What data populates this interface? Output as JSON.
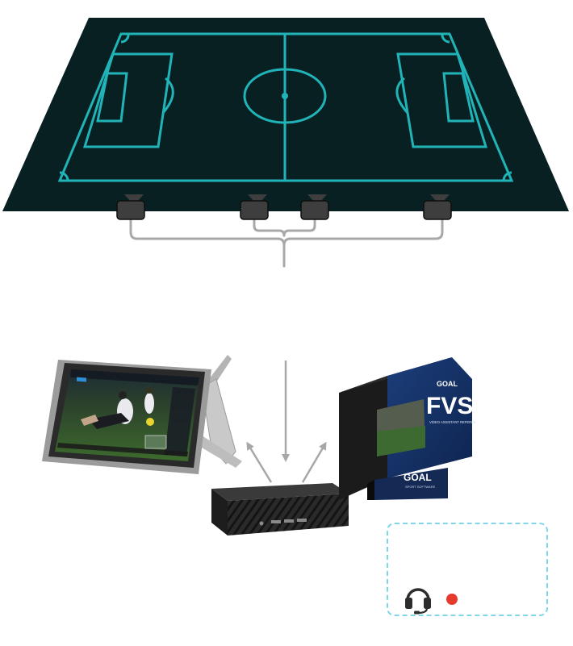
{
  "colors": {
    "pitch": "#082022",
    "line": "#20b3b8",
    "camera": "#3e3e3e",
    "connector": "#a8a8a8",
    "arrow": "#a7a7a7",
    "comm_border": "#7fd6e6",
    "rec": "#e63a2e",
    "headset": "#2d2d2d"
  },
  "screen": {
    "brand_mark": "GOAL",
    "product": "FVS",
    "tagline": "VIDEO ASSISTANT REFEREE",
    "sub_brand": "GOAL",
    "sub_tagline": "SPORT SOFTWARE",
    "edge_text": "GOAL"
  },
  "icons": {
    "camera": "camera-icon",
    "headset": "headset-icon",
    "record": "record-dot-icon"
  }
}
